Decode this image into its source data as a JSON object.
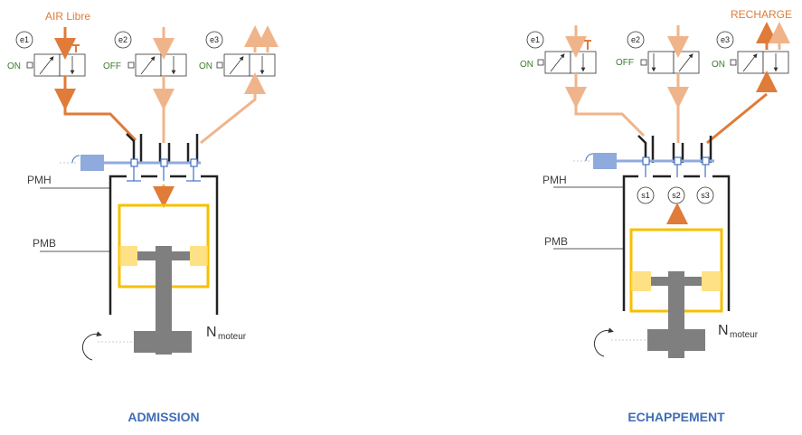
{
  "admission": {
    "title": "ADMISSION",
    "top_label": "AIR Libre",
    "valves": [
      {
        "id": "e1",
        "state": "ON"
      },
      {
        "id": "e2",
        "state": "OFF"
      },
      {
        "id": "e3",
        "state": "ON"
      }
    ],
    "pmh_label": "PMH",
    "pmb_label": "PMB",
    "n_label": "N",
    "n_sub": "moteur"
  },
  "echappement": {
    "title": "ECHAPPEMENT",
    "top_label": "RECHARGE",
    "valves": [
      {
        "id": "e1",
        "state": "ON"
      },
      {
        "id": "e2",
        "state": "OFF"
      },
      {
        "id": "e3",
        "state": "ON"
      }
    ],
    "ports": [
      "s1",
      "s2",
      "s3"
    ],
    "pmh_label": "PMH",
    "pmb_label": "PMB",
    "n_label": "N",
    "n_sub": "moteur"
  },
  "colors": {
    "dark_orange": "#e07b39",
    "light_orange": "#f0b48a",
    "yellow": "#f5c000",
    "blue": "#4472c4",
    "gray": "#7f7f7f",
    "title_blue": "#3f6eb5",
    "state_green": "#3a7d2a"
  }
}
